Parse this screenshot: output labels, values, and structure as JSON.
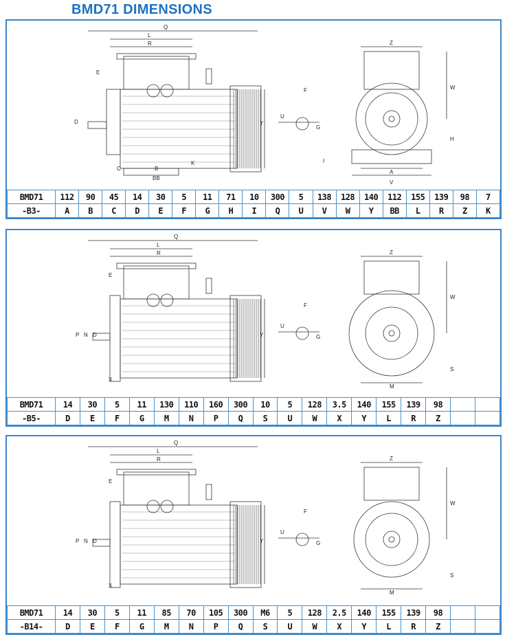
{
  "title": "BMD71 DIMENSIONS",
  "panels": [
    {
      "model": "BMD71",
      "variant": "-B3-",
      "values": [
        "112",
        "90",
        "45",
        "14",
        "30",
        "5",
        "11",
        "71",
        "10",
        "300",
        "5",
        "138",
        "128",
        "140",
        "112",
        "155",
        "139",
        "98",
        "7"
      ],
      "letters": [
        "A",
        "B",
        "C",
        "D",
        "E",
        "F",
        "G",
        "H",
        "I",
        "Q",
        "U",
        "V",
        "W",
        "Y",
        "BB",
        "L",
        "R",
        "Z",
        "K"
      ],
      "side_labels": [
        "Q",
        "L",
        "R",
        "E",
        "D",
        "Y",
        "C",
        "B",
        "BB",
        "K"
      ],
      "front_labels": [
        "Z",
        "W",
        "H",
        "A",
        "V",
        "I"
      ],
      "key_labels": [
        "F",
        "U",
        "G"
      ]
    },
    {
      "model": "BMD71",
      "variant": "-B5-",
      "values": [
        "14",
        "30",
        "5",
        "11",
        "130",
        "110",
        "160",
        "300",
        "10",
        "5",
        "128",
        "3.5",
        "140",
        "155",
        "139",
        "98",
        "",
        ""
      ],
      "letters": [
        "D",
        "E",
        "F",
        "G",
        "M",
        "N",
        "P",
        "Q",
        "S",
        "U",
        "W",
        "X",
        "Y",
        "L",
        "R",
        "Z",
        "",
        ""
      ],
      "side_labels": [
        "Q",
        "L",
        "R",
        "E",
        "P",
        "N",
        "D",
        "Y",
        "X"
      ],
      "front_labels": [
        "Z",
        "W",
        "M",
        "S"
      ],
      "key_labels": [
        "F",
        "U",
        "G"
      ]
    },
    {
      "model": "BMD71",
      "variant": "-B14-",
      "values": [
        "14",
        "30",
        "5",
        "11",
        "85",
        "70",
        "105",
        "300",
        "M6",
        "5",
        "128",
        "2.5",
        "140",
        "155",
        "139",
        "98",
        "",
        ""
      ],
      "letters": [
        "D",
        "E",
        "F",
        "G",
        "M",
        "N",
        "P",
        "Q",
        "S",
        "U",
        "W",
        "X",
        "Y",
        "L",
        "R",
        "Z",
        "",
        ""
      ],
      "side_labels": [
        "Q",
        "L",
        "R",
        "E",
        "P",
        "N",
        "D",
        "Y",
        "X"
      ],
      "front_labels": [
        "Z",
        "W",
        "M",
        "S"
      ],
      "key_labels": [
        "F",
        "U",
        "G"
      ]
    }
  ]
}
